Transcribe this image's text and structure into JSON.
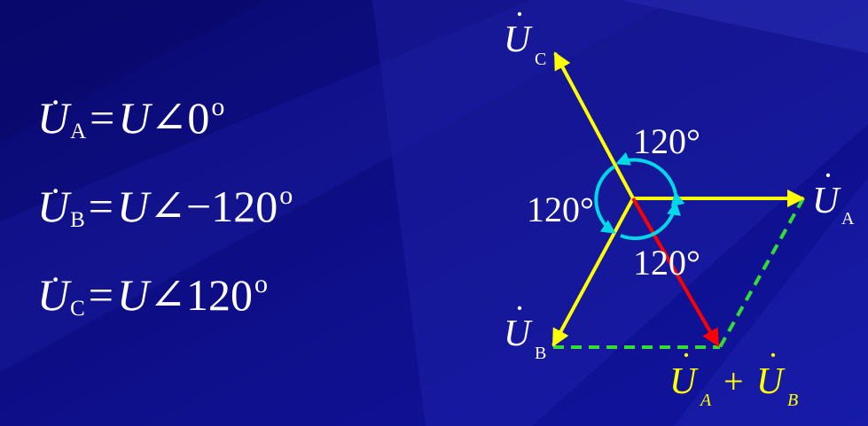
{
  "equations": [
    {
      "var": "U",
      "sub": "A",
      "rhs_mag": "U",
      "angle_sym": "∠",
      "angle": "0",
      "deg": "o"
    },
    {
      "var": "U",
      "sub": "B",
      "rhs_mag": "U",
      "angle_sym": "∠",
      "angle": "−120",
      "deg": "o"
    },
    {
      "var": "U",
      "sub": "C",
      "rhs_mag": "U",
      "angle_sym": "∠",
      "angle": "120",
      "deg": "o"
    }
  ],
  "equals": "=",
  "phasors": {
    "A": {
      "var": "U",
      "sub": "A",
      "angle_deg": 0
    },
    "B": {
      "var": "U",
      "sub": "B",
      "angle_deg": -120
    },
    "C": {
      "var": "U",
      "sub": "C",
      "angle_deg": 120
    }
  },
  "sum_label": {
    "var1": "U",
    "sub1": "A",
    "op": "+",
    "var2": "U",
    "sub2": "B"
  },
  "angle_labels": {
    "top": "120°",
    "left": "120°",
    "bottom": "120°"
  },
  "colors": {
    "background": "#0b0a7a",
    "phasor": "#ffff00",
    "sum_phasor": "#ff0000",
    "dashed": "#33dd33",
    "angle_arc": "#00d8e8",
    "text": "#ffffff",
    "sum_text": "#ffff00"
  }
}
